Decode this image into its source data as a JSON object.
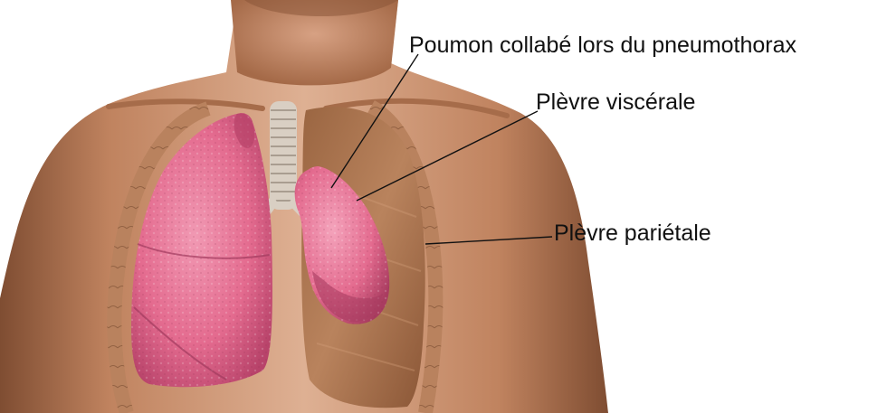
{
  "labels": {
    "collapsed_lung": "Poumon collabé lors du pneumothorax",
    "visceral_pleura": "Plèvre viscérale",
    "parietal_pleura": "Plèvre pariétale"
  },
  "colors": {
    "skin_light": "#d9a88a",
    "skin_mid": "#c0835f",
    "skin_dark": "#8f5a3b",
    "lung_pink": "#e46b8f",
    "lung_light": "#f08eaa",
    "lung_dark": "#b8436a",
    "pleural_space": "#b07a55",
    "trachea": "#d9cfc3",
    "leader_line": "#111111"
  }
}
